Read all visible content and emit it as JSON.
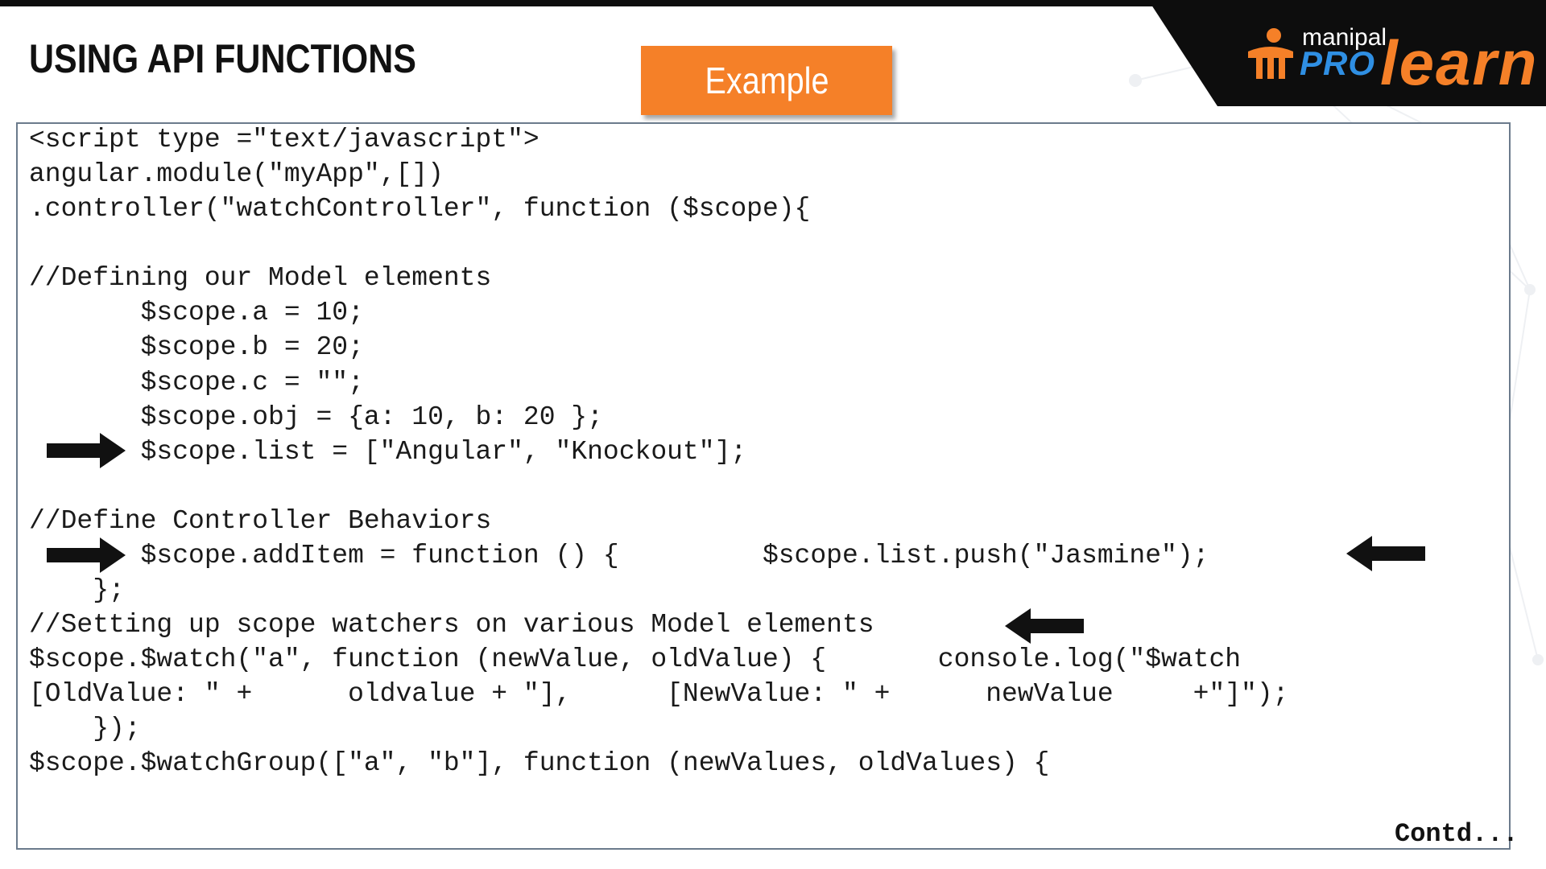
{
  "slide": {
    "title": "USING API FUNCTIONS",
    "badge_label": "Example",
    "footer_note": "Contd...",
    "accent_color": "#f58028"
  },
  "logo": {
    "line_small": "manipal",
    "part_pro": "PRO",
    "part_learn": "learn",
    "pro_color": "#2f8fe3",
    "learn_color": "#f58028"
  },
  "code": {
    "lines": [
      "<script type =\"text/javascript\">",
      "angular.module(\"myApp\",[])",
      ".controller(\"watchController\", function ($scope){",
      "",
      "//Defining our Model elements",
      "       $scope.a = 10;",
      "       $scope.b = 20;",
      "       $scope.c = \"\";",
      "       $scope.obj = {a: 10, b: 20 };",
      "       $scope.list = [\"Angular\", \"Knockout\"];",
      "",
      "//Define Controller Behaviors",
      "       $scope.addItem = function () {         $scope.list.push(\"Jasmine\");",
      "    };",
      "//Setting up scope watchers on various Model elements",
      "$scope.$watch(\"a\", function (newValue, oldValue) {       console.log(\"$watch",
      "[OldValue: \" +      oldvalue + \"],      [NewValue: \" +      newValue     +\"]\");",
      "    });",
      "$scope.$watchGroup([\"a\", \"b\"], function (newValues, oldValues) {"
    ]
  },
  "icons": {
    "arrow_list": "arrow-right-icon",
    "arrow_add_item": "arrow-right-icon",
    "arrow_push": "arrow-left-icon",
    "arrow_watchers": "arrow-left-icon"
  }
}
